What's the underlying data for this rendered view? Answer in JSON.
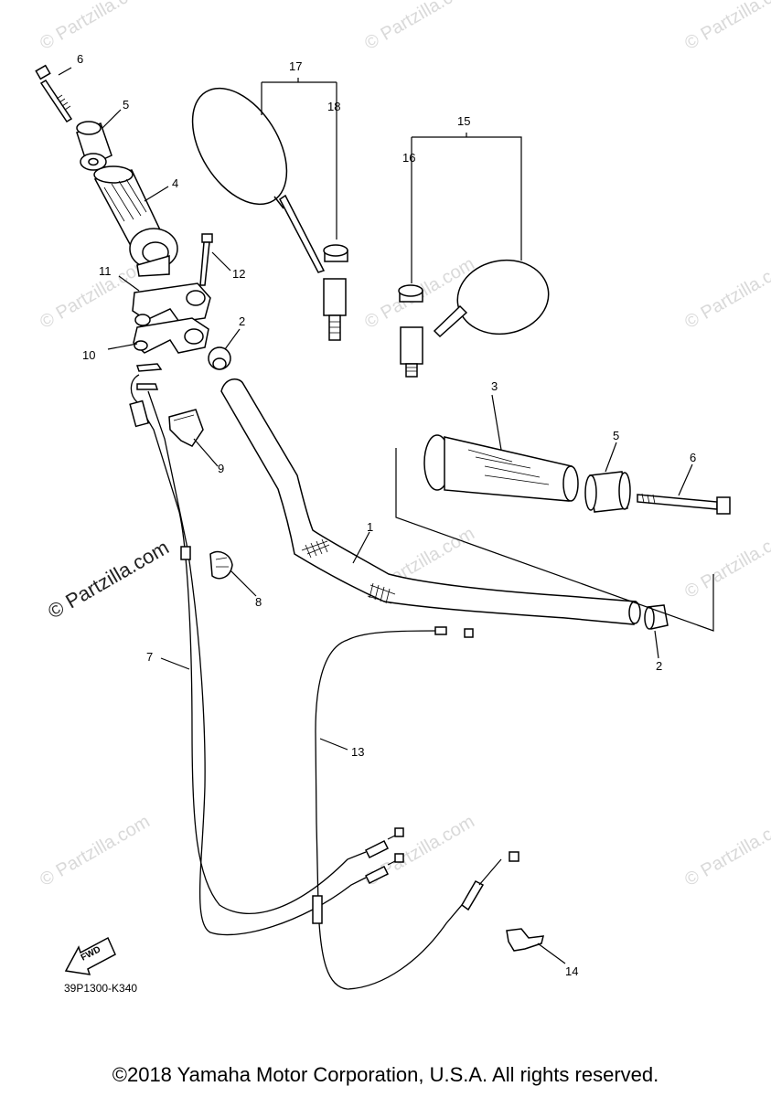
{
  "watermark": {
    "text": "© Partzilla.com",
    "prominent_text": "© Partzilla.com"
  },
  "callouts": [
    "1",
    "2",
    "2",
    "3",
    "4",
    "5",
    "5",
    "6",
    "6",
    "7",
    "8",
    "9",
    "10",
    "11",
    "12",
    "13",
    "14",
    "15",
    "16",
    "17",
    "18"
  ],
  "diagram_code": "39P1300-K340",
  "fwd_label": "FWD",
  "copyright": "©2018 Yamaha Motor Corporation, U.S.A. All rights reserved."
}
